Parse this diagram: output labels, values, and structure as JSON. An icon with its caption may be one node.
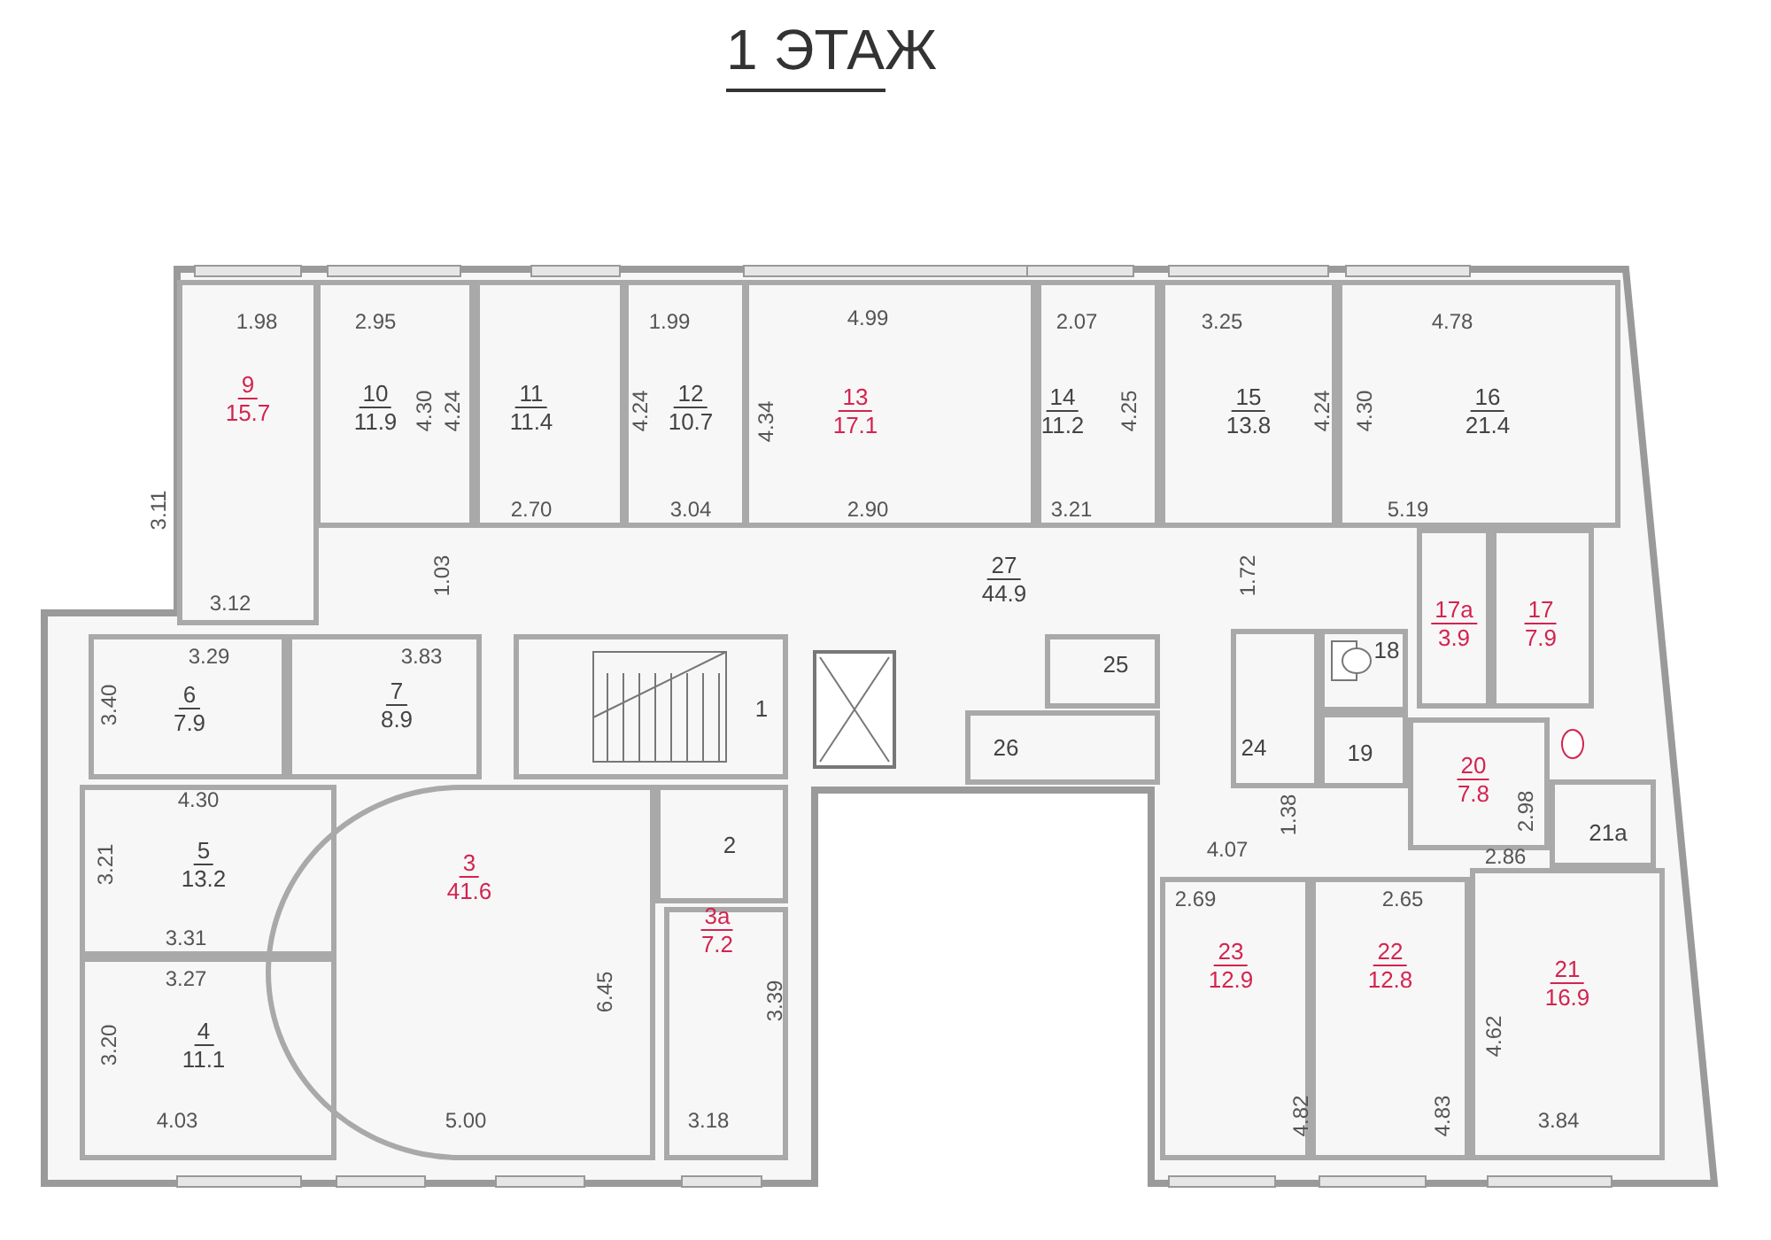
{
  "diagram": {
    "title": "1 ЭТАЖ",
    "nodes": [
      {
        "text": [
          "9",
          "15.7"
        ]
      },
      {
        "text": [
          "10",
          "11.9"
        ]
      },
      {
        "text": [
          "11",
          "11.4"
        ]
      },
      {
        "text": [
          "12",
          "10.7"
        ]
      },
      {
        "text": [
          "13",
          "17.1"
        ]
      },
      {
        "text": [
          "14",
          "11.2"
        ]
      },
      {
        "text": [
          "15",
          "13.8"
        ]
      },
      {
        "text": [
          "16",
          "21.4"
        ]
      },
      {
        "text": [
          "27",
          "44.9"
        ]
      },
      {
        "text": [
          "17а",
          "3.9"
        ]
      },
      {
        "text": [
          "17",
          "7.9"
        ]
      },
      {
        "text": [
          "6",
          "7.9"
        ]
      },
      {
        "text": [
          "7",
          "8.9"
        ]
      },
      {
        "text": [
          "1"
        ]
      },
      {
        "text": [
          "25"
        ]
      },
      {
        "text": [
          "26"
        ]
      },
      {
        "text": [
          "18"
        ]
      },
      {
        "text": [
          "24"
        ]
      },
      {
        "text": [
          "19"
        ]
      },
      {
        "text": [
          "20",
          "7.8"
        ]
      },
      {
        "text": [
          "21а"
        ]
      },
      {
        "text": [
          "5",
          "13.2"
        ]
      },
      {
        "text": [
          "2"
        ]
      },
      {
        "text": [
          "3",
          "41.6"
        ]
      },
      {
        "text": [
          "23",
          "12.9"
        ]
      },
      {
        "text": [
          "22",
          "12.8"
        ]
      },
      {
        "text": [
          "21",
          "16.9"
        ]
      },
      {
        "text": [
          "4",
          "11.1"
        ]
      },
      {
        "text": [
          "3а",
          "7.2"
        ]
      }
    ],
    "edges": [],
    "labels": [
      "1.98",
      "2.95",
      "1.99",
      "4.99",
      "2.07",
      "3.25",
      "4.78",
      "4.30",
      "4.24",
      "4.24",
      "4.34",
      "4.25",
      "4.24",
      "4.30",
      "3.11",
      "2.70",
      "3.04",
      "2.90",
      "3.21",
      "5.19",
      "1.03",
      "1.72",
      "3.12",
      "3.29",
      "3.83",
      "3.40",
      "4.30",
      "1.38",
      "2.98",
      "3.21",
      "4.07",
      "2.86",
      "2.69",
      "2.65",
      "3.31",
      "3.27",
      "6.45",
      "3.39",
      "3.20",
      "4.62",
      "4.03",
      "5.00",
      "3.18",
      "4.82",
      "4.83",
      "3.84"
    ]
  }
}
